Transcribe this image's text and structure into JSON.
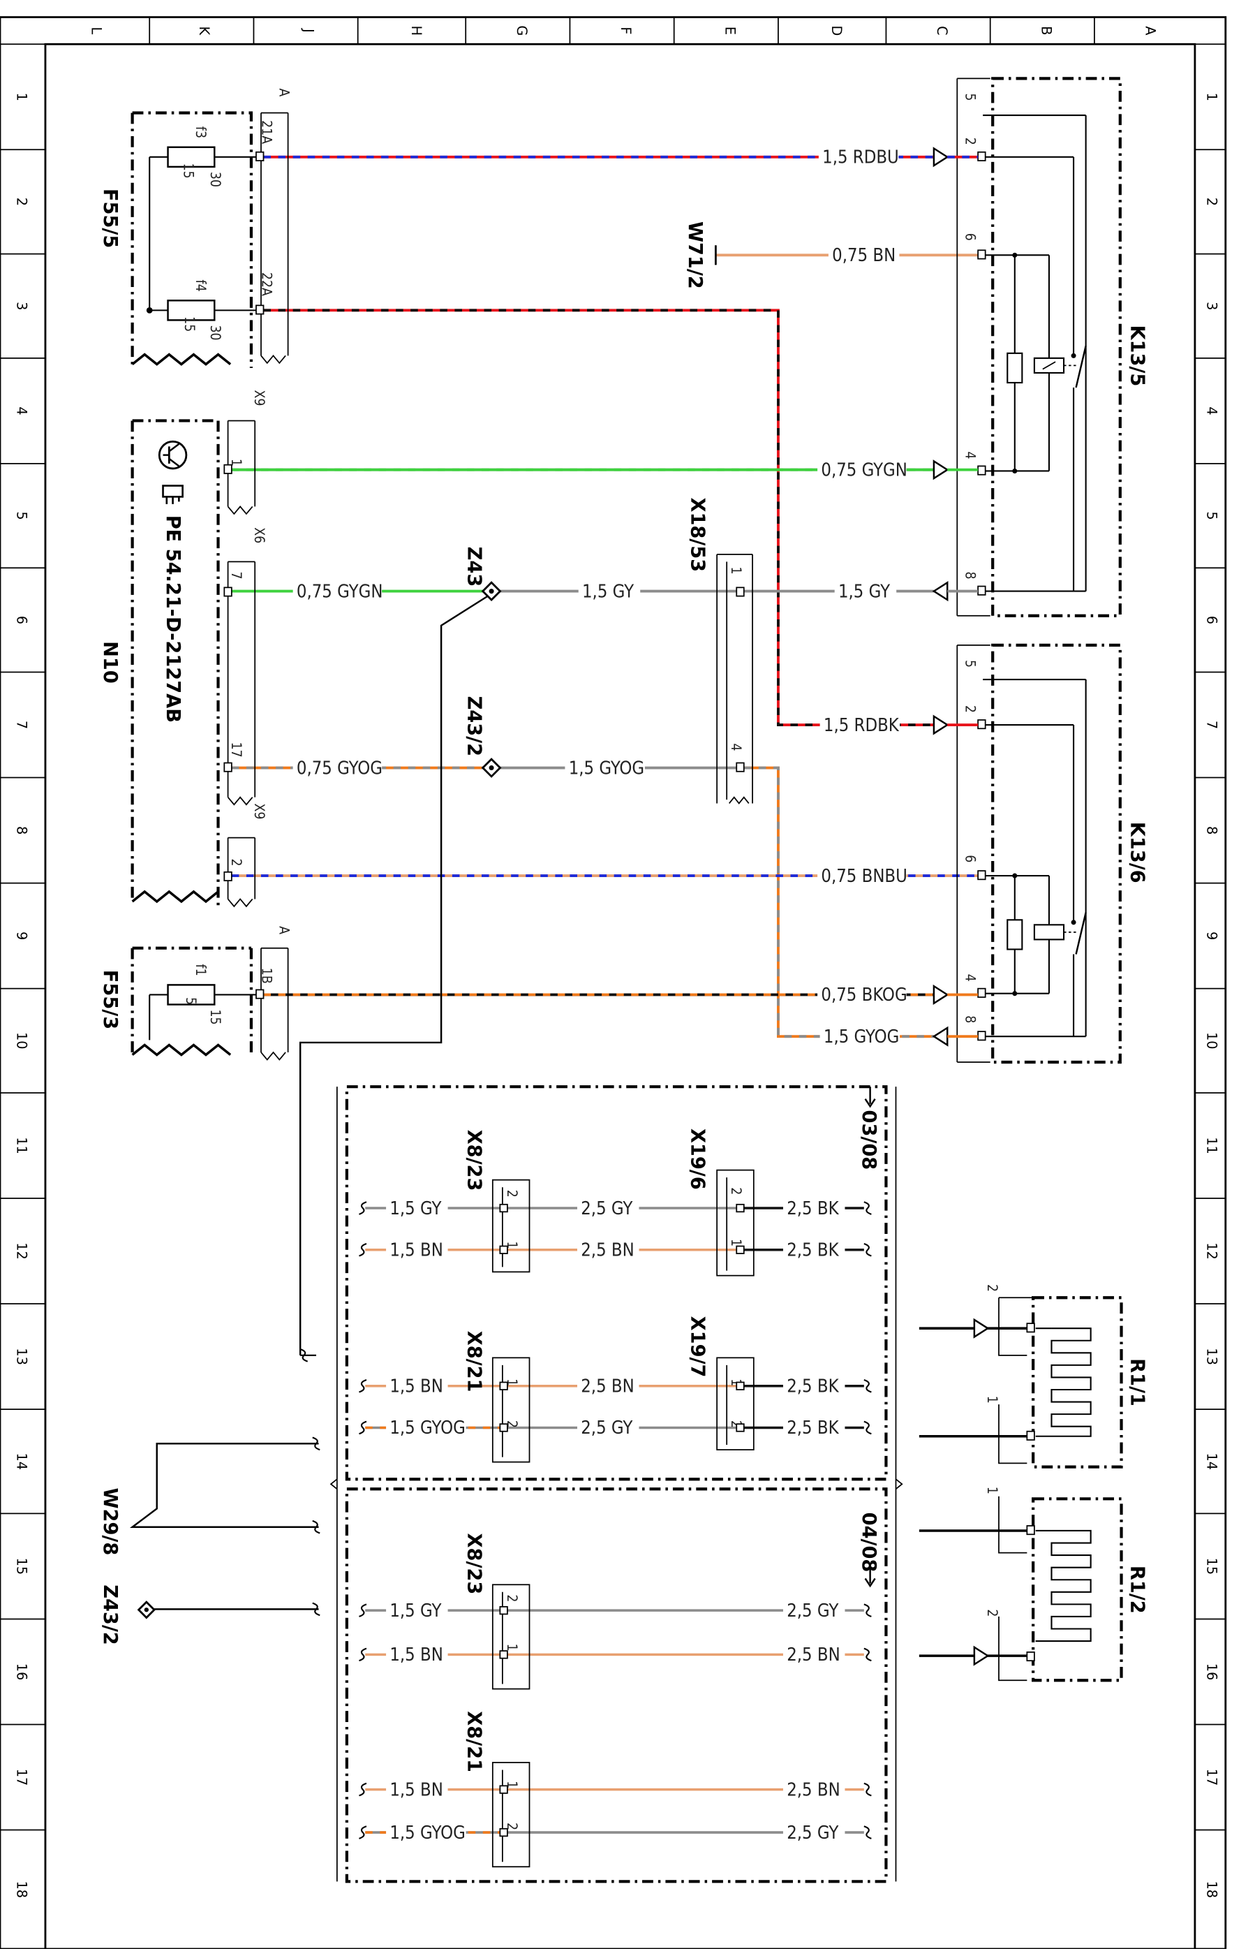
{
  "grid": {
    "columns": [
      "L",
      "K",
      "J",
      "H",
      "G",
      "F",
      "E",
      "D",
      "C",
      "B",
      "A"
    ],
    "rows": [
      "1",
      "2",
      "3",
      "4",
      "5",
      "6",
      "7",
      "8",
      "9",
      "10",
      "11",
      "12",
      "13",
      "14",
      "15",
      "16",
      "17",
      "18"
    ]
  },
  "components": {
    "f55_5": {
      "name": "F55/5",
      "ref": "A",
      "fuse_f3": "f3",
      "fuse_f3_rating": "15",
      "fuse_f3_terminal": "30",
      "fuse_f4": "f4",
      "fuse_f4_rating": "15",
      "fuse_f4_terminal": "30",
      "pin_21a": "21A",
      "pin_22a": "22A"
    },
    "f55_3": {
      "name": "F55/3",
      "ref": "A",
      "fuse_f1": "f1",
      "fuse_f1_rating": "5",
      "fuse_f1_terminal": "15",
      "pin_1b": "1B"
    },
    "n10": {
      "name": "N10",
      "ref_text": "PE 54.21-D-2127AB",
      "conn_x9_top": "X9",
      "conn_x6": "X6",
      "conn_x9_bottom": "X9",
      "pin_1": "1",
      "pin_7": "7",
      "pin_17": "17",
      "pin_2": "2"
    },
    "w71_2": {
      "name": "W71/2"
    },
    "z43": {
      "name": "Z43"
    },
    "z43_2": {
      "name": "Z43/2"
    },
    "x18_53": {
      "name": "X18/53",
      "pin_1": "1",
      "pin_4": "4"
    },
    "k13_5": {
      "name": "K13/5",
      "pin_5": "5",
      "pin_2": "2",
      "pin_6": "6",
      "pin_4": "4",
      "pin_8": "8"
    },
    "k13_6": {
      "name": "K13/6",
      "pin_5": "5",
      "pin_2": "2",
      "pin_6": "6",
      "pin_4": "4",
      "pin_8": "8"
    },
    "x8_23_a": {
      "name": "X8/23",
      "pin_2": "2",
      "pin_1": "1"
    },
    "x19_6": {
      "name": "X19/6",
      "pin_2": "2",
      "pin_1": "1"
    },
    "x8_21_a": {
      "name": "X8/21",
      "pin_1": "1",
      "pin_2": "2"
    },
    "x19_7": {
      "name": "X19/7",
      "pin_1": "1",
      "pin_2": "2"
    },
    "x8_23_b": {
      "name": "X8/23",
      "pin_2": "2",
      "pin_1": "1"
    },
    "x8_21_b": {
      "name": "X8/21",
      "pin_1": "1",
      "pin_2": "2"
    },
    "r1_1": {
      "name": "R1/1",
      "pin_2": "2",
      "pin_1": "1"
    },
    "r1_2": {
      "name": "R1/2",
      "pin_1": "1",
      "pin_2": "2"
    },
    "w29_8": {
      "name": "W29/8"
    },
    "z43_2_ref": {
      "name": "Z43/2"
    }
  },
  "variants": {
    "top": "03/08",
    "bottom": "04/08"
  },
  "wires": {
    "w1": "1,5 RDBU",
    "w2": "0,75 BN",
    "w3": "0,75 GYGN",
    "w4a": "0,75 GYGN",
    "w4b": "1,5 GY",
    "w4c": "1,5 GY",
    "w5": "1,5 RDBK",
    "w6a": "0,75 GYOG",
    "w6b": "1,5 GYOG",
    "w7": "0,75 BNBU",
    "w8": "0,75 BKOG",
    "w9": "1,5 GYOG",
    "b1a": "1,5 GY",
    "b1b": "2,5 GY",
    "b1c": "2,5 BK",
    "b2a": "1,5 BN",
    "b2b": "2,5 BN",
    "b2c": "2,5 BK",
    "b3a": "1,5 BN",
    "b3b": "2,5 BN",
    "b3c": "2,5 BK",
    "b4a": "1,5 GYOG",
    "b4b": "2,5 GY",
    "b4c": "2,5 BK",
    "c1a": "1,5 GY",
    "c1b": "2,5 GY",
    "c2a": "1,5 BN",
    "c2b": "2,5 BN",
    "c3a": "1,5 BN",
    "c3b": "2,5 BN",
    "c4a": "1,5 GYOG",
    "c4b": "2,5 GY"
  },
  "wire_colors": {
    "RD": "#e8141b",
    "BU": "#1f2bd8",
    "BN": "#e8a070",
    "GY": "#8c8c8c",
    "GN": "#3ed23e",
    "OG": "#f07a1c",
    "BK": "#111111"
  }
}
